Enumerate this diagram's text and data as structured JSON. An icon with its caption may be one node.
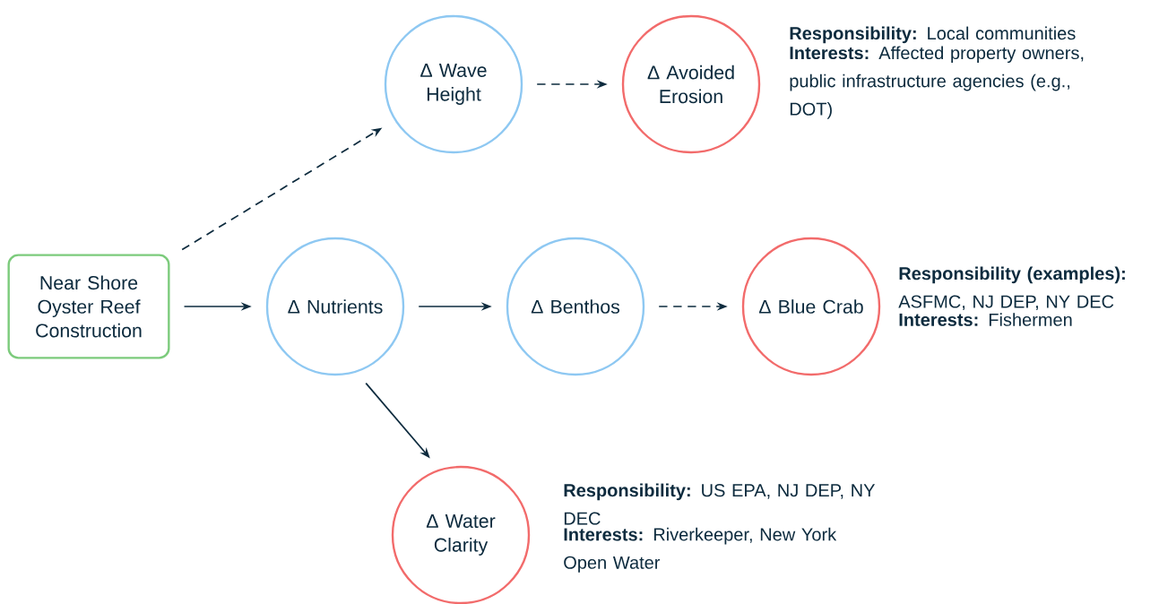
{
  "diagram": {
    "nodes": [
      {
        "text": [
          "Δ Wave Height"
        ]
      },
      {
        "text": [
          "Δ Avoided Erosion"
        ],
        "beside": [
          "**Responsibility:** Local communities",
          "**Interests:** Affected property owners, public infrastructure agencies (e.g., DOT)"
        ]
      },
      {
        "text": [
          "Near Shore Oyster Reef Construction"
        ]
      },
      {
        "text": [
          "Δ Nutrients"
        ]
      },
      {
        "text": [
          "Δ Benthos"
        ]
      },
      {
        "text": [
          "Δ Blue Crab"
        ],
        "beside": [
          "**Responsibility (examples):** ASFMC, NJ DEP, NY DEC",
          "**Interests:** Fishermen"
        ]
      },
      {
        "text": [
          "Δ Water Clarity"
        ],
        "beside": [
          "**Responsibility:** US EPA, NJ DEP, NY DEC",
          "**Interests:** Riverkeeper, New York Open Water"
        ]
      }
    ],
    "edges": [
      {
        "from": 2,
        "to": 0,
        "arrow": "to",
        "style": "dashed"
      },
      {
        "from": 0,
        "to": 1,
        "arrow": "to",
        "style": "dashed"
      },
      {
        "from": 2,
        "to": 3,
        "arrow": "to"
      },
      {
        "from": 3,
        "to": 4,
        "arrow": "to"
      },
      {
        "from": 4,
        "to": 5,
        "arrow": "to",
        "style": "dashed"
      },
      {
        "from": 3,
        "to": 6,
        "arrow": "to"
      }
    ]
  }
}
